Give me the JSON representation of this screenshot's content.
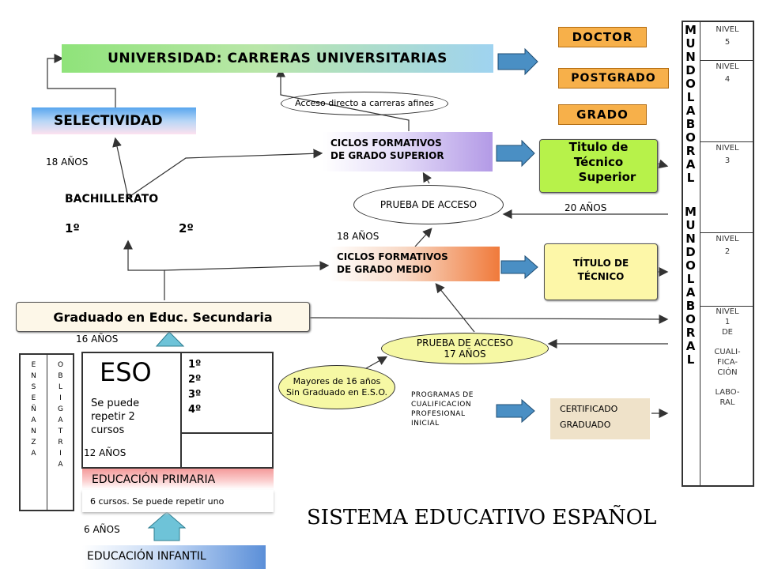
{
  "diagram": {
    "universidad": "UNIVERSIDAD: CARRERAS UNIVERSITARIAS",
    "selectividad": "SELECTIVIDAD",
    "bachillerato": {
      "title": "BACHILLERATO",
      "year1": "1º",
      "year2": "2º"
    },
    "age_18_left": "18 AÑOS",
    "acceso_directo": "Acceso directo a carreras afines",
    "ciclos_superior": [
      "CICLOS FORMATIVOS",
      "DE GRADO SUPERIOR"
    ],
    "prueba_acceso": "PRUEBA DE ACCESO",
    "age_20": "20 AÑOS",
    "age_18_mid": "18 AÑOS",
    "ciclos_medio": [
      "CICLOS FORMATIVOS",
      "DE GRADO MEDIO"
    ],
    "titulo_tecnico_superior": [
      "Titulo de",
      "Técnico",
      "Superior"
    ],
    "titulo_tecnico": [
      "TÍTULO DE",
      "TÉCNICO"
    ],
    "doctor": "DOCTOR",
    "postgrado": "POSTGRADO",
    "grado": "GRADO",
    "graduado_secundaria": "Graduado en Educ. Secundaria",
    "age_16": "16 AÑOS",
    "prueba_acceso_17": [
      "PRUEBA DE ACCESO",
      "17 AÑOS"
    ],
    "mayores_16": [
      "Mayores de 16 años",
      "Sin Graduado en E.S.O."
    ],
    "programas": [
      "PROGRAMAS DE",
      "CUALIFICACION",
      "PROFESIONAL",
      "INICIAL"
    ],
    "certificado": [
      "CERTIFICADO",
      "GRADUADO"
    ],
    "eso": {
      "title": "ESO",
      "note": [
        "Se puede",
        "repetir 2",
        "cursos"
      ],
      "years": [
        "1º",
        "2º",
        "3º",
        "4º"
      ]
    },
    "age_12": "12 AÑOS",
    "educacion_primaria": "EDUCACIÓN PRIMARIA",
    "primaria_note": "6 cursos. Se puede repetir uno",
    "age_6": "6 AÑOS",
    "educacion_infantil": "EDUCACIÓN INFANTIL",
    "ensenanza": [
      "E",
      "N",
      "S",
      "E",
      "Ñ",
      "A",
      "N",
      "Z",
      "A"
    ],
    "obligatoria": [
      "O",
      "B",
      "L",
      "I",
      "G",
      "A",
      "T",
      "R",
      "I",
      "A"
    ],
    "mundo_laboral": [
      "M",
      "U",
      "N",
      "D",
      "O",
      "L",
      "A",
      "B",
      "O",
      "R",
      "A",
      "L",
      "M",
      "U",
      "N",
      "D",
      "O",
      "L",
      "A",
      "B",
      "O",
      "R",
      "A",
      "L"
    ],
    "niveles": [
      {
        "label": "NIVEL",
        "num": "5"
      },
      {
        "label": "NIVEL",
        "num": "4"
      },
      {
        "label": "NIVEL",
        "num": "3"
      },
      {
        "label": "NIVEL",
        "num": "2"
      },
      {
        "label": "NIVEL",
        "num": "1",
        "extra": [
          "DE",
          "CUALI-",
          "FICA-",
          "CIÓN",
          "LABO-",
          "RAL"
        ]
      }
    ],
    "footer_title": "SISTEMA EDUCATIVO ESPAÑOL"
  },
  "colors": {
    "arrow_fill": "#4a8fc4",
    "mundo_bg": "#ffffff",
    "primaria_pink": "#f4a3a3",
    "infantil_blue": "#5b8fd8",
    "scroll_green": "#b7f24a",
    "scroll_yellow": "#fdf7a8",
    "badge_orange": "#f7b04a"
  }
}
